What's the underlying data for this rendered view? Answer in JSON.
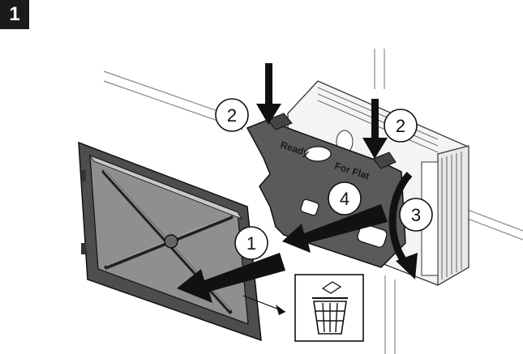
{
  "step_number": "1",
  "panel_text": {
    "word1": "Ready",
    "word2": "For Flat"
  },
  "callouts": [
    "2",
    "2",
    "4",
    "3",
    "1"
  ],
  "icons": {
    "dispose": "trash-bin-icon"
  },
  "colors": {
    "badge": "#1a1a1a",
    "part_fill": "#5a5a5a",
    "part_dark": "#333333",
    "line": "#111111"
  }
}
